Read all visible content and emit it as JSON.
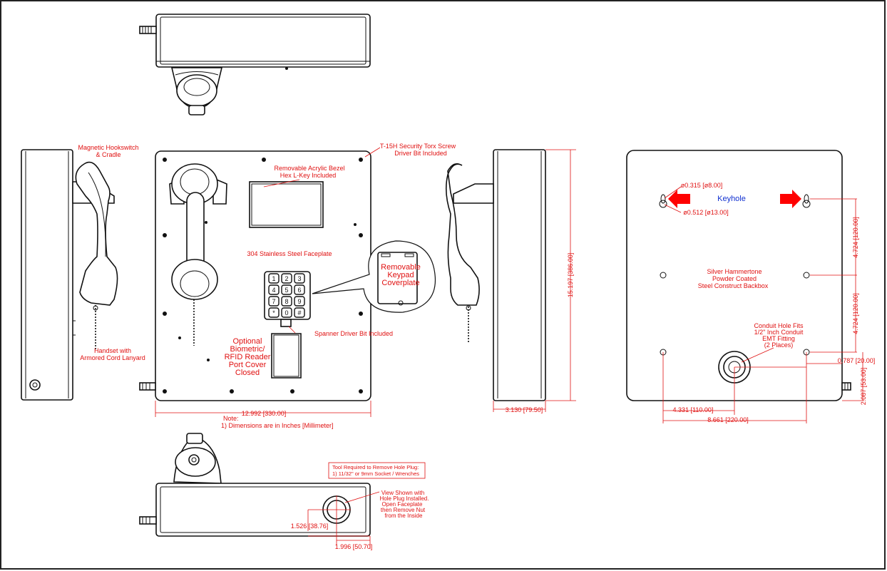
{
  "labels": {
    "hookswitch": [
      "Magnetic Hookswitch",
      "& Cradle"
    ],
    "handset": [
      "Handset with",
      "Armored Cord Lanyard"
    ],
    "torx": [
      "T-15H Security Torx Screw",
      "Driver Bit Included"
    ],
    "bezel": [
      "Removable Acrylic Bezel",
      "Hex L-Key Included"
    ],
    "faceplate": "304 Stainless Steel Faceplate",
    "keypad_coverplate": [
      "Removable",
      "Keypad",
      "Coverplate"
    ],
    "spanner": "Spanner Driver Bit Included",
    "rfid": [
      "Optional",
      "Biometric/",
      "RFID Reader",
      "Port Cover",
      "Closed"
    ],
    "note": [
      "Note:",
      "1) Dimensions are in Inches [Millimeter]"
    ],
    "keyhole": "Keyhole",
    "backbox": [
      "Silver Hammertone",
      "Powder Coated",
      "Steel Construct Backbox"
    ],
    "conduit": [
      "Conduit Hole Fits",
      "1/2\" Inch Conduit",
      "EMT Fitting",
      "(2 Places)"
    ],
    "tool": [
      "Tool Required to Remove Hole Plug:",
      "1) 11/32\" or 9mm Socket / Wrenches"
    ],
    "view_shown": [
      "View Shown with",
      "Hole Plug Installed.",
      "Open Faceplate",
      "then Remove Nut",
      "from the Inside"
    ]
  },
  "keypad_keys": [
    "1",
    "2",
    "3",
    "4",
    "5",
    "6",
    "7",
    "8",
    "9",
    "*",
    "0",
    "#"
  ],
  "dimensions": {
    "width": "12.992 [330.00]",
    "depth": "3.130 [79.50]",
    "height": "15.197 [386.00]",
    "hole_small": "ø0.315 [ø8.00]",
    "hole_large": "ø0.512 [ø13.00]",
    "vert_1": "4.724 [120.00]",
    "vert_2": "4.724 [120.00]",
    "right_offset": "0.787 [20.00]",
    "bottom_offset": "2.087 [53.00]",
    "conduit_x": "4.331 [110.00]",
    "hole_span": "8.661 [220.00]",
    "plug_y": "1.526 [38.76]",
    "plug_x": "1.996 [50.70]"
  },
  "colors": {
    "annotation": "#e01010",
    "keyhole_label": "#1030d0",
    "arrow": "#ff0000",
    "outline": "#111111"
  }
}
